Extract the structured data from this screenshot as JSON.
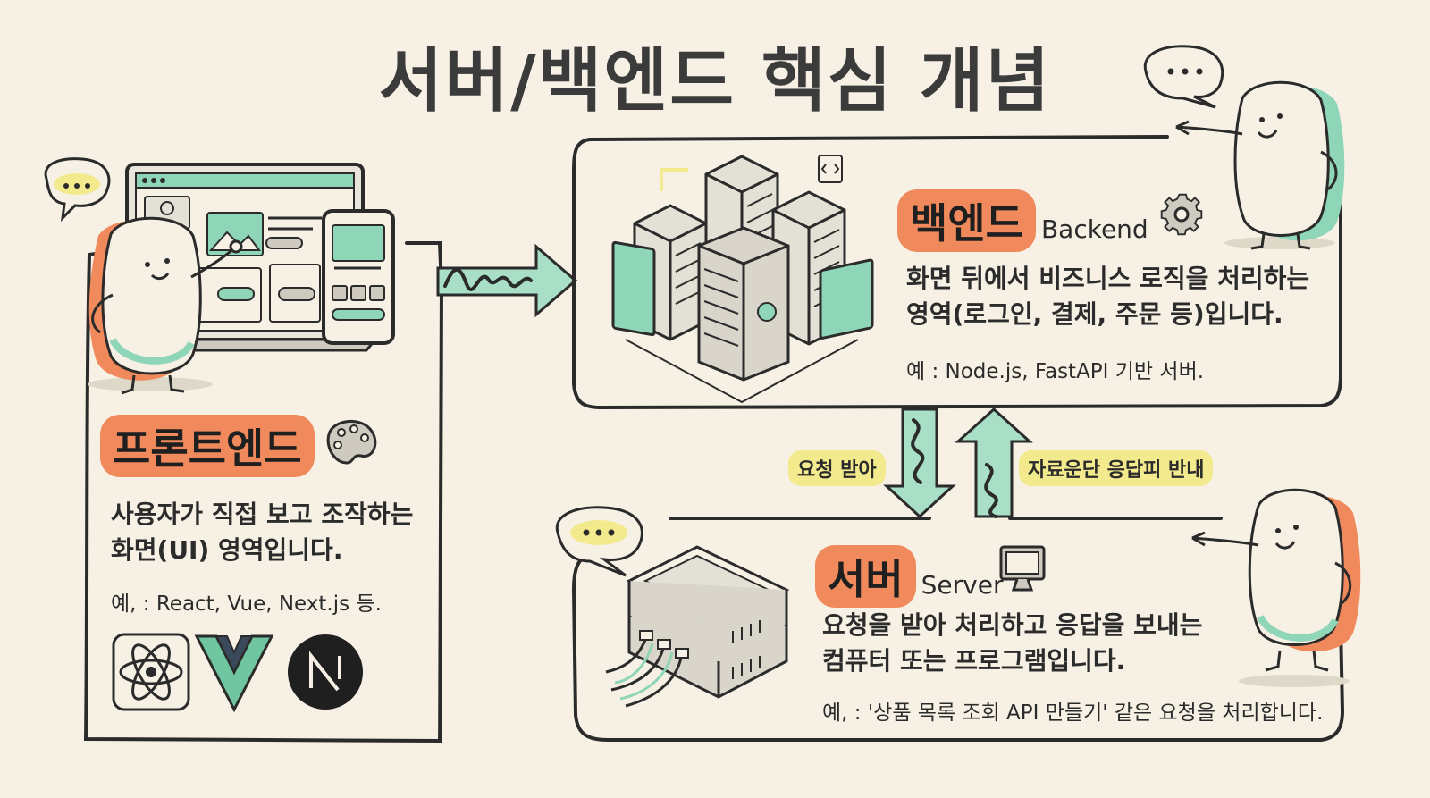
{
  "title": "서버/백엔드 핵심 개념",
  "frontend": {
    "heading": "프론트엔드",
    "desc_line1": "사용자가 직접 보고 조작하는",
    "desc_line2": "화면(UI) 영역입니다.",
    "example": "예, : React, Vue, Next.js 등."
  },
  "backend": {
    "heading": "백엔드",
    "heading_en": "Backend",
    "desc_line1": "화면 뒤에서 비즈니스 로직을 처리하는",
    "desc_line2": "영역(로그인, 결제, 주문 등)입니다.",
    "example": "예 : Node.js, FastAPI 기반 서버."
  },
  "server": {
    "heading": "서버",
    "heading_en": "Server",
    "desc_line1": "요청을 받아 처리하고 응답을 보내는",
    "desc_line2": "컴퓨터 또는 프로그램입니다.",
    "example": "예, : '상품 목록 조회 API 만들기' 같은 요청을 처리합니다."
  },
  "arrows": {
    "request_label": "요청 받아",
    "response_label": "자료운단 응답피 반내"
  },
  "colors": {
    "background": "#f6f1e4",
    "accent_orange": "#f08a5d",
    "accent_mint": "#8fd6b8",
    "highlight_yellow": "#f3ea8e",
    "ink": "#2b2b2b"
  },
  "icons": [
    "palette-icon",
    "gear-icon",
    "monitor-icon",
    "react-logo-icon",
    "vue-logo-icon",
    "nextjs-logo-icon",
    "speech-bubble-icon",
    "character-icon",
    "server-rack-icon",
    "browser-window-icon",
    "smartphone-icon"
  ]
}
